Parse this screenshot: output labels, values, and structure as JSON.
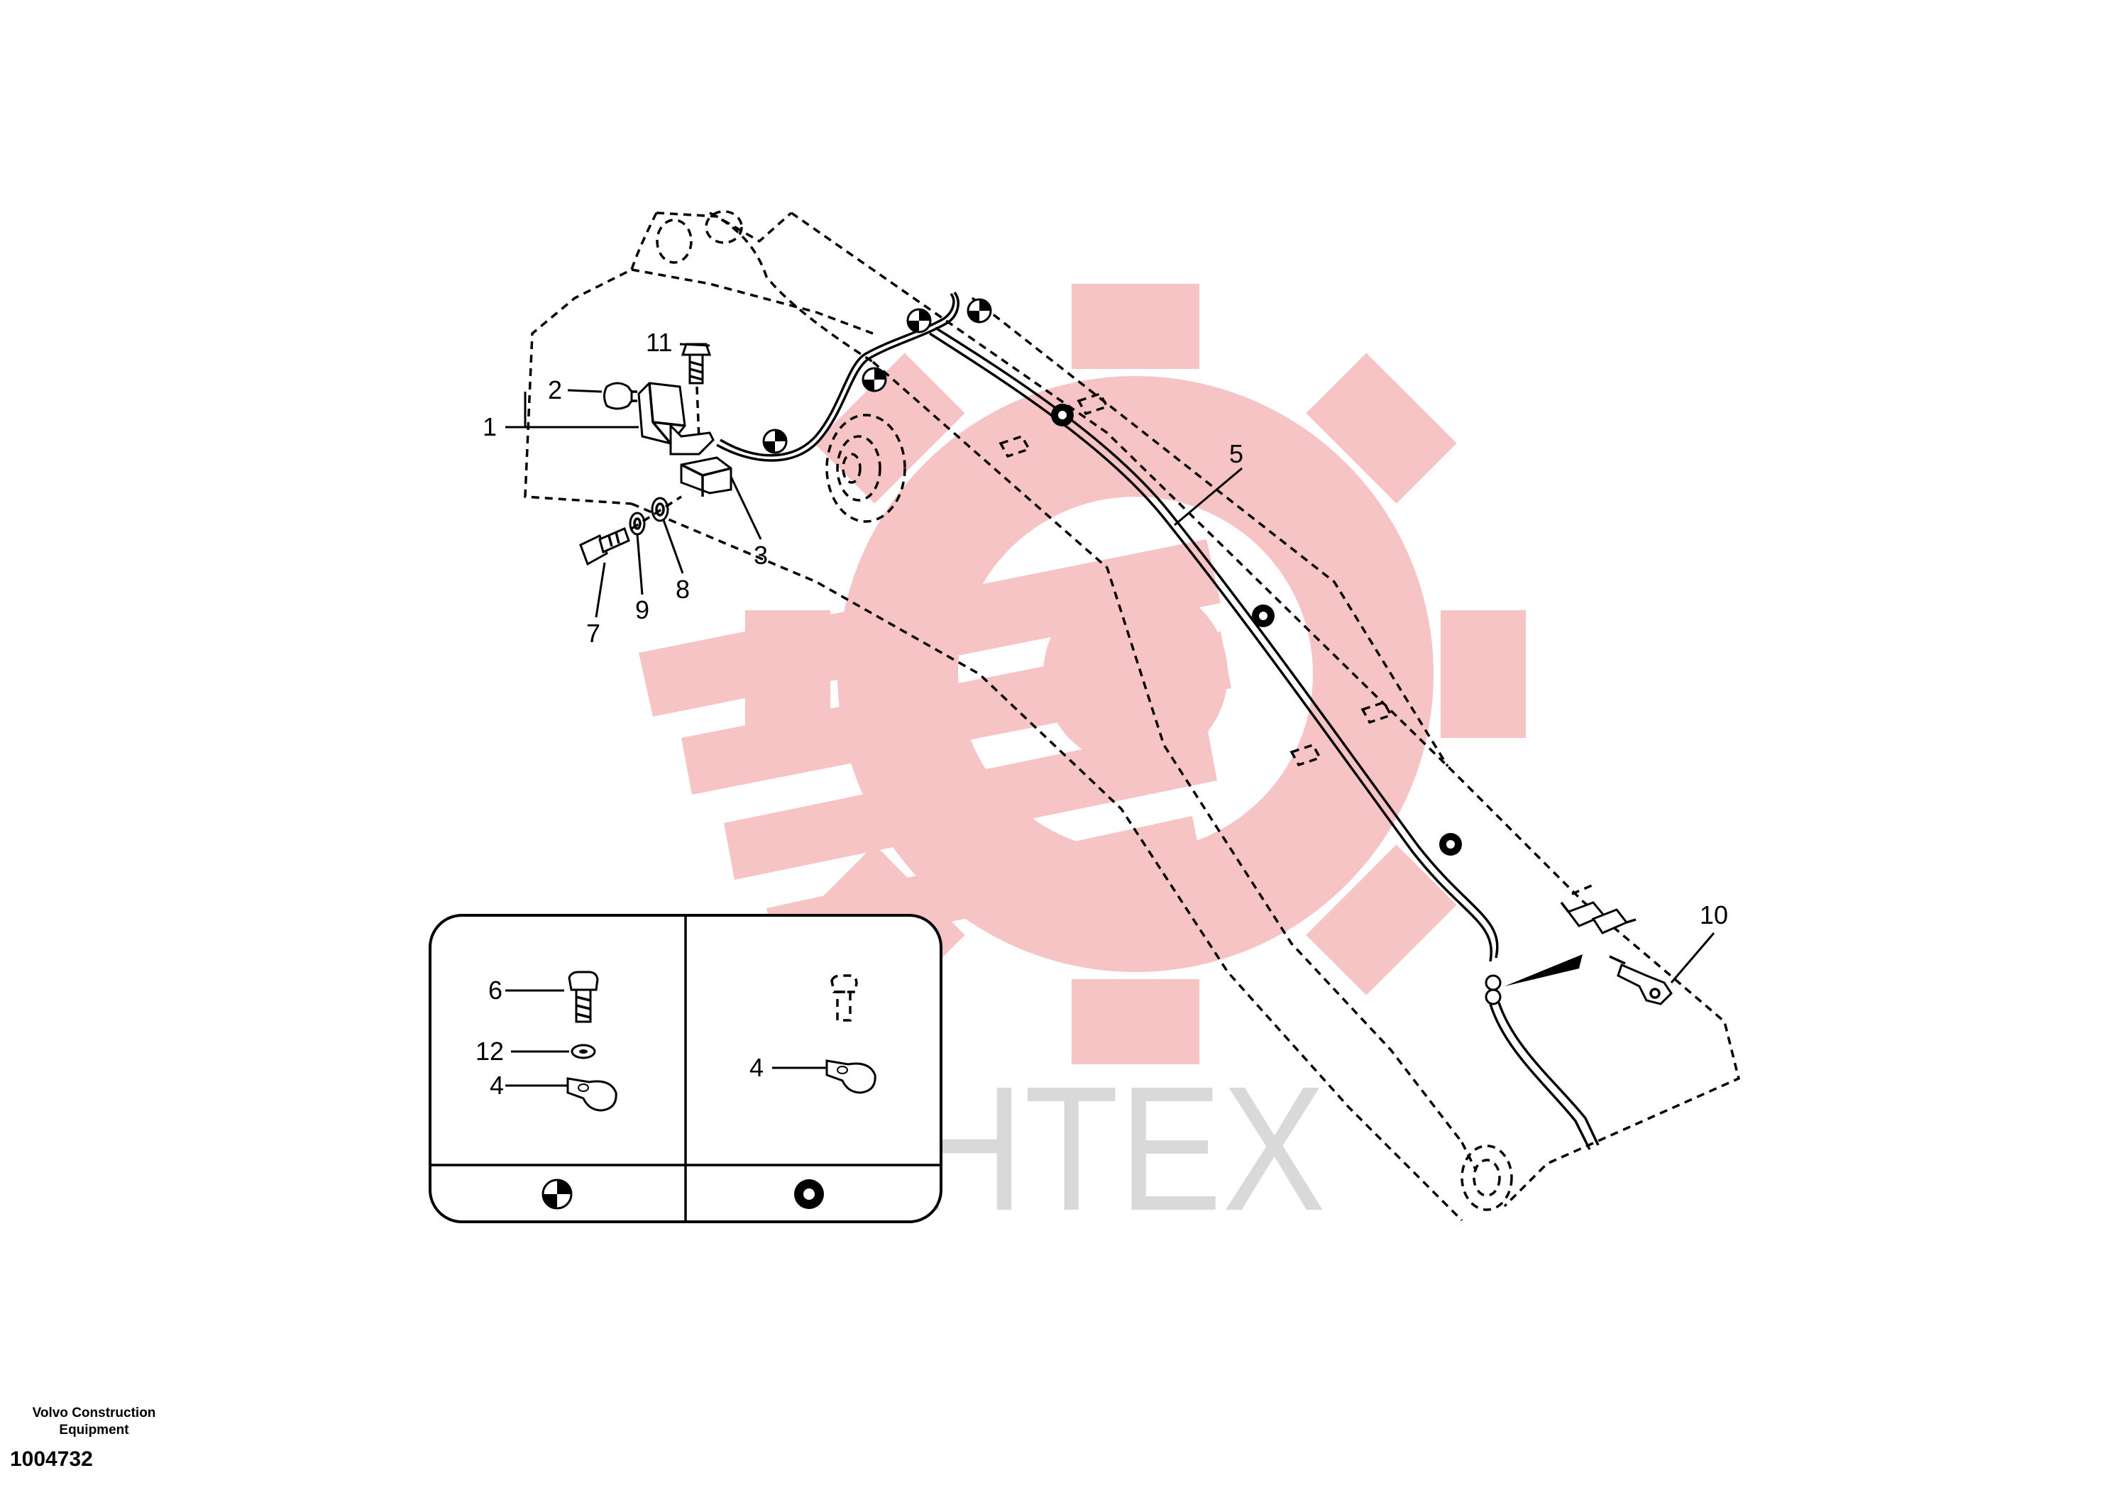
{
  "watermark": {
    "text": "ИНТЕХ",
    "gear_color": "#f7c4c6",
    "text_color": "#d9d9d9"
  },
  "callouts": {
    "c1": "1",
    "c2": "2",
    "c3": "3",
    "c4a": "4",
    "c4b": "4",
    "c5": "5",
    "c6": "6",
    "c7": "7",
    "c8": "8",
    "c9": "9",
    "c10": "10",
    "c11": "11",
    "c12": "12"
  },
  "footer": {
    "manufacturer": "Volvo Construction Equipment",
    "document_number": "1004732"
  },
  "colors": {
    "line": "#000000",
    "background": "#ffffff"
  }
}
